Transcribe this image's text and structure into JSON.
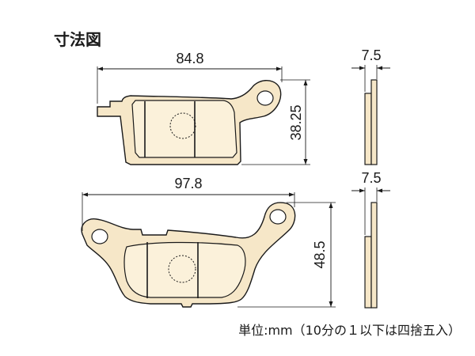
{
  "title": "寸法図",
  "unit_note": "単位:mm（10分の１以下は四捨五入）",
  "pads": [
    {
      "length": "84.8",
      "height": "38.25",
      "thickness": "7.5"
    },
    {
      "length": "97.8",
      "height": "48.5",
      "thickness": "7.5"
    }
  ],
  "colors": {
    "pad_fill": "#f6e7c8",
    "line": "#1a1a1a",
    "friction_fill": "#fbf1da"
  }
}
